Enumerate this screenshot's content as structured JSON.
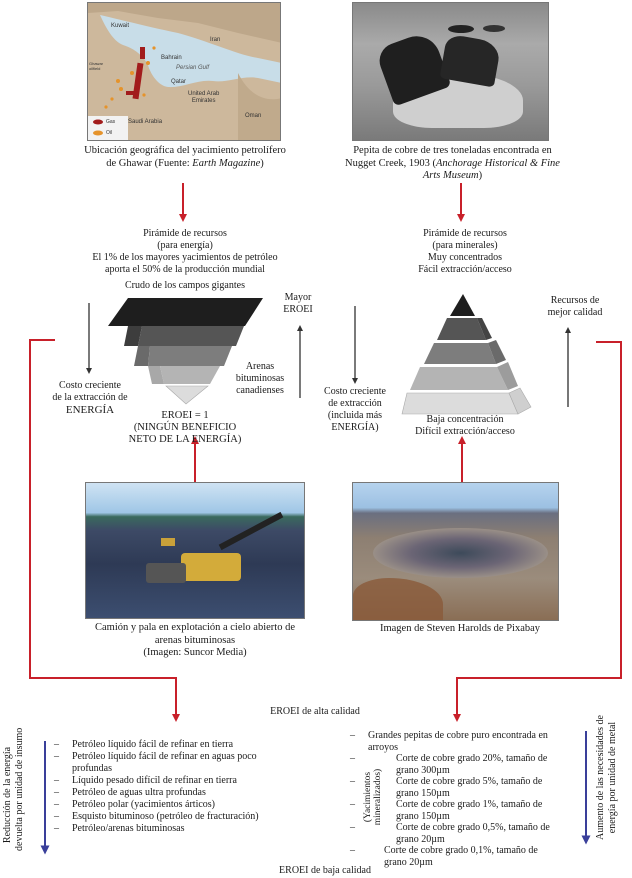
{
  "top_left": {
    "image_name": "ghawar-map-image",
    "map_labels": {
      "kuwait": "Kuwait",
      "iran": "Iran",
      "bahrain": "Bahrain",
      "persian_gulf": "Persian Gulf",
      "qatar": "Qatar",
      "uae_line1": "United Arab",
      "uae_line2": "Emirates",
      "saudi_arabia": "Saudi Arabia",
      "oman": "Oman",
      "ghawar_line1": "Ghawar",
      "ghawar_line2": "oilfield",
      "legend_gas": "Gas",
      "legend_oil": "Oil"
    },
    "caption_line1": "Ubicación geográfica del yacimiento petrolífero",
    "caption_line2_prefix": "de Ghawar (Fuente: ",
    "caption_line2_italic": "Earth Magazine",
    "caption_line2_suffix": ")"
  },
  "top_right": {
    "image_name": "copper-nugget-photo",
    "caption_line1": "Pepita de cobre de tres toneladas encontrada en",
    "caption_line2_prefix": "Nugget Creek, 1903 (",
    "caption_line2_italic": "Anchorage Historical & Fine",
    "caption_line3_italic": "Arts Museum",
    "caption_line3_suffix": ")"
  },
  "energy_pyramid": {
    "title_line1": "Pirámide de recursos",
    "title_line2": "(para energía)",
    "title_line3": "El 1% de los mayores yacimientos de petróleo",
    "title_line4": "aporta el 50% de la producción mundial",
    "top_label": "Crudo de los campos gigantes",
    "right_top_label_line1": "Mayor",
    "right_top_label_line2": "EROEI",
    "right_mid_label_line1": "Arenas",
    "right_mid_label_line2": "bituminosas",
    "right_mid_label_line3": "canadienses",
    "left_label_line1": "Costo creciente",
    "left_label_line2": "de la extracción de",
    "left_label_line3": "ENERGÍA",
    "bottom_label_line1": "EROEI = 1",
    "bottom_label_line2": "(NINGÚN BENEFICIO",
    "bottom_label_line3": "NETO DE LA ENERGÍA)",
    "layer_colors": [
      "#1e1e1e",
      "#555555",
      "#7d7d7d",
      "#b4b4b4",
      "#dcdcdc"
    ]
  },
  "mineral_pyramid": {
    "title_line1": "Pirámide de recursos",
    "title_line2": "(para minerales)",
    "title_line3": "Muy concentrados",
    "title_line4": "Fácil extracción/acceso",
    "right_label_line1": "Recursos de",
    "right_label_line2": "mejor calidad",
    "left_label_line1": "Costo creciente",
    "left_label_line2": "de extracción",
    "left_label_line3": "(incluida más",
    "left_label_line4": "ENERGÍA)",
    "bottom_label_line1": "Baja concentración",
    "bottom_label_line2": "Difícil extracción/acceso",
    "layer_colors": [
      "#1e1e1e",
      "#555555",
      "#7d7d7d",
      "#b4b4b4",
      "#dcdcdc"
    ]
  },
  "bottom_left_photo": {
    "image_name": "oil-sands-mine-photo",
    "caption_line1": "Camión y pala en explotación a cielo abierto de",
    "caption_line2": "arenas bituminosas",
    "caption_line3": "(Imagen: Suncor Media)"
  },
  "bottom_right_photo": {
    "image_name": "open-pit-copper-mine-photo",
    "caption_line1": "Imagen de Steven Harolds de Pixabay"
  },
  "quality_scale": {
    "high_label": "EROEI de alta calidad",
    "low_label": "EROEI de baja calidad"
  },
  "energy_list": {
    "side_label_line1": "Reducción de la energía",
    "side_label_line2": "devuelta por unidad de insumo",
    "bullet": "–",
    "items": [
      "Petróleo líquido fácil de refinar en tierra",
      "Petróleo líquido fácil de refinar en aguas poco",
      "profundas",
      "Líquido pesado difícil de refinar en tierra",
      "Petróleo de aguas ultra profundas",
      "Petróleo polar (yacimientos árticos)",
      "Esquisto bituminoso (petróleo de fracturación)",
      "Petróleo/arenas bituminosas"
    ]
  },
  "mineral_list": {
    "side_label_line1": "Aumento de las necesidades de",
    "side_label_line2": "energía por unidad de metal",
    "inner_label_line1": "(Yacimientos",
    "inner_label_line2": "mineralizados)",
    "bullet": "–",
    "items": [
      {
        "line1": "Grandes pepitas de cobre puro encontrada en",
        "line2": "arroyos"
      },
      {
        "line1": "Corte de cobre grado 20%, tamaño de",
        "line2": "grano 300µm"
      },
      {
        "line1": "Corte de cobre grado 5%, tamaño de",
        "line2": "grano 150µm"
      },
      {
        "line1": "Corte de cobre grado 1%, tamaño de",
        "line2": "grano 150µm"
      },
      {
        "line1": "Corte de cobre grado 0,5%, tamaño de",
        "line2": "grano 20µm"
      },
      {
        "line1": "Corte de cobre grado 0,1%, tamaño de",
        "line2": "grano 20µm"
      }
    ]
  },
  "colors": {
    "connector_red": "#c8202a",
    "scale_arrow_blue": "#3a3f9a",
    "axis_arrow_dark": "#333333"
  }
}
